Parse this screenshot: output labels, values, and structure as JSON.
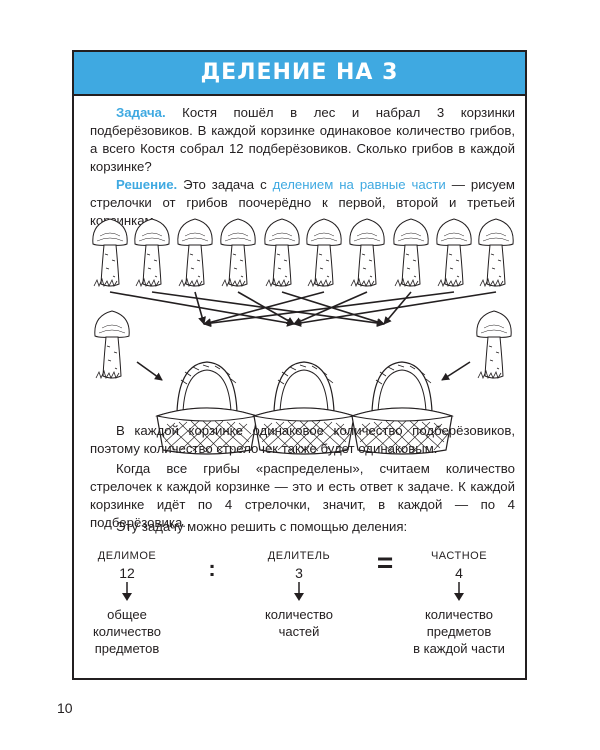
{
  "title": "ДЕЛЕНИЕ НА 3",
  "task": {
    "label": "Задача.",
    "text": " Костя пошёл в лес и набрал 3 корзинки подберёзовиков. В каждой корзинке одинаковое количество грибов, а всего Костя собрал 12 подберёзовиков. Сколько грибов в каждой корзинке?"
  },
  "solution": {
    "label": "Решение.",
    "text_before": " Это задача с ",
    "highlight": "делением на равные части",
    "text_after": " — рисуем стрелочки от грибов поочерёдно к первой, второй и третьей корзинкам."
  },
  "paragraphs": [
    "В каждой корзинке одинаковое количество подберёзовиков, поэтому количество стрелочек также будет одинаковым.",
    "Когда все грибы «распределены», считаем количество стрелочек к каждой корзинке — это и есть ответ к задаче. К каждой корзинке идёт по 4 стрелочки, значит, в каждой — по 4 подберёзовика.",
    "Эту задачу можно решить с помощью деления:"
  ],
  "formula": {
    "dividend": {
      "header": "ДЕЛИМОЕ",
      "value": "12",
      "desc": [
        "общее",
        "количество",
        "предметов"
      ]
    },
    "divisor": {
      "header": "ДЕЛИТЕЛЬ",
      "value": "3",
      "desc": [
        "количество",
        "частей"
      ]
    },
    "quotient": {
      "header": "ЧАСТНОЕ",
      "value": "4",
      "desc": [
        "количество",
        "предметов",
        "в каждой части"
      ]
    },
    "div_sign": ":",
    "eq_sign": "="
  },
  "page_number": "10",
  "colors": {
    "accent": "#3fa9e1",
    "text": "#231f20"
  }
}
